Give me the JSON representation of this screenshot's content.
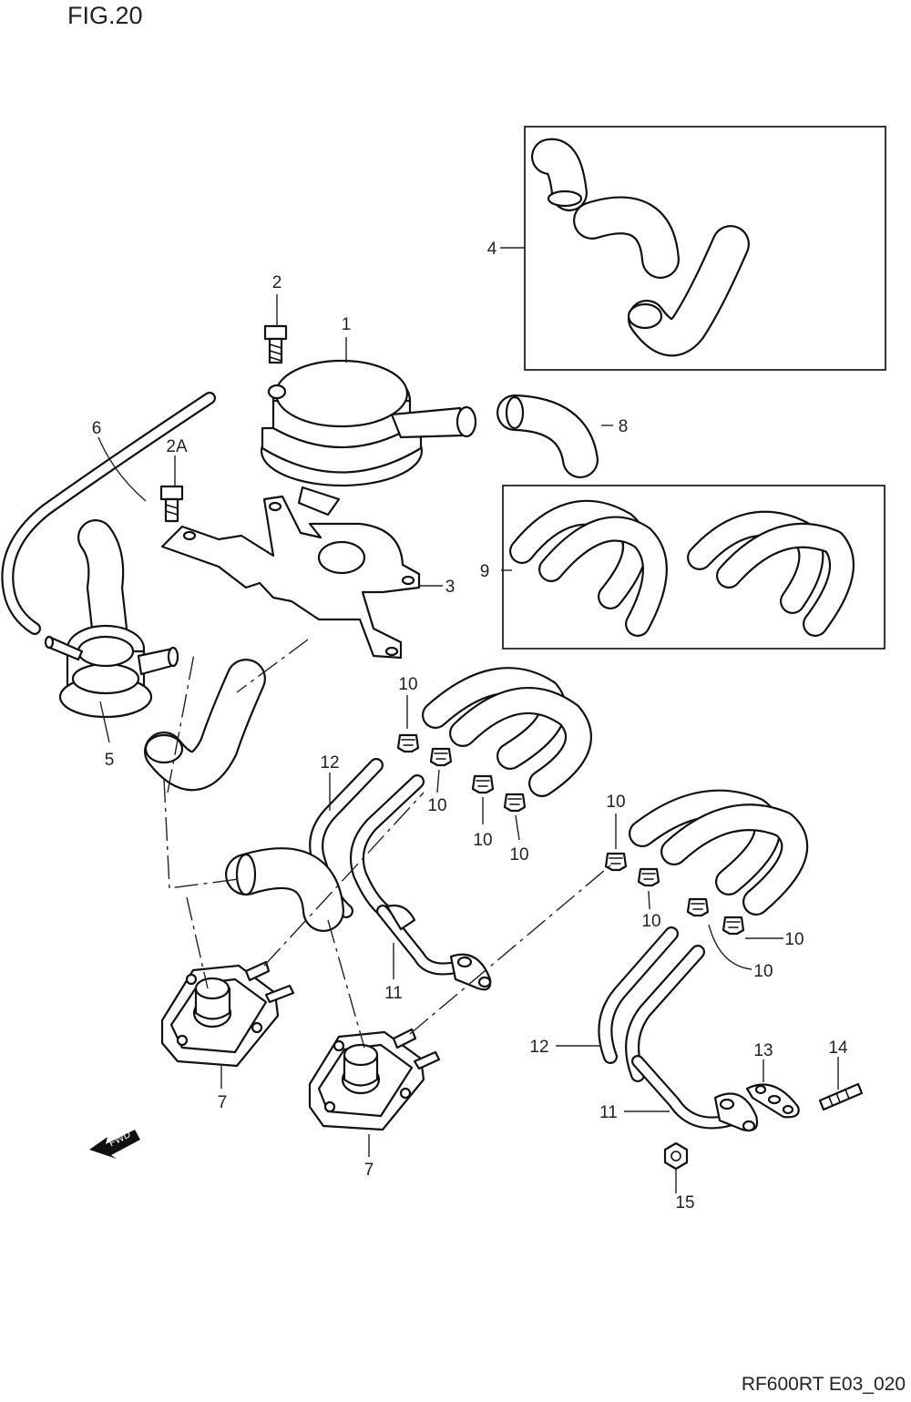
{
  "figure": {
    "title": "FIG.20",
    "code": "RF600RT E03_020"
  },
  "callouts": {
    "c1": "1",
    "c2": "2",
    "c2a": "2A",
    "c3": "3",
    "c4": "4",
    "c5": "5",
    "c6": "6",
    "c7a": "7",
    "c7b": "7",
    "c8": "8",
    "c9": "9",
    "c10": "10",
    "c11": "11",
    "c12": "12",
    "c13": "13",
    "c14": "14",
    "c15": "15"
  },
  "fwd_label": "FWD"
}
